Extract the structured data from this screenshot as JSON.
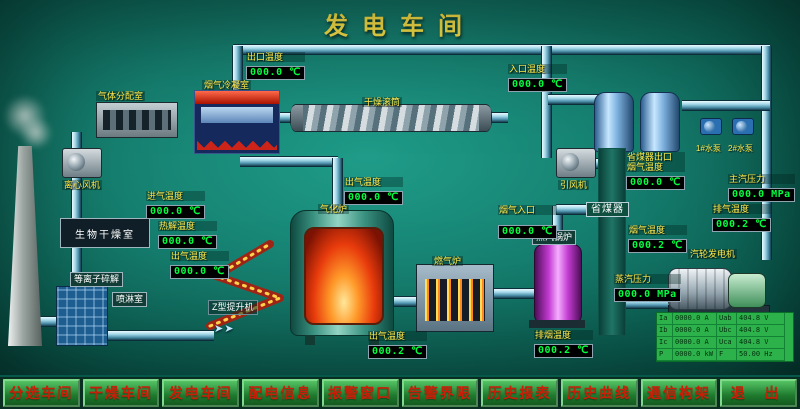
{
  "title": "发电车间",
  "menu": {
    "items": [
      "分选车间",
      "干燥车间",
      "发电车间",
      "配电信息",
      "报警窗口",
      "告警界限",
      "历史报表",
      "历史曲线",
      "通信构架",
      "退 出"
    ]
  },
  "labels": {
    "gas_distribution": "气体分配室",
    "condenser": "烟气冷凝室",
    "drum": "干燥滚筒",
    "centrifugal_fan": "离心风机",
    "induced_fan": "引风机",
    "bio_room": "生物干燥室",
    "plasma": "等离子碎解",
    "spray": "喷淋室",
    "z_lift": "Z型提升机",
    "gasifier": "气化炉",
    "gas_furnace": "燃气炉",
    "boiler": "蒸汽锅炉",
    "economizer": "省煤器",
    "turbine": "汽轮发电机",
    "pump1": "1#水泵",
    "pump2": "2#水泵"
  },
  "readings": [
    {
      "label": "出口温度",
      "value": "000.0 ℃"
    },
    {
      "label": "入口温度",
      "value": "000.0 ℃"
    },
    {
      "label": "进气温度",
      "value": "000.0 ℃"
    },
    {
      "label": "热解温度",
      "value": "000.0 ℃"
    },
    {
      "label": "出气温度",
      "value": "000.0 ℃"
    },
    {
      "label": "出气温度",
      "value": "000.0 ℃"
    },
    {
      "label": "烟气入口",
      "value": "000.0 ℃"
    },
    {
      "label": "出气温度",
      "value": "000.2 ℃"
    },
    {
      "label": "排烟温度",
      "value": "000.2 ℃"
    },
    {
      "label": "省煤器出口",
      "label2": "烟气温度",
      "value": "000.0 ℃"
    },
    {
      "label": "烟气温度",
      "value": "000.2 ℃"
    },
    {
      "label": "蒸汽压力",
      "value": "000.0 MPa"
    },
    {
      "label": "排气温度",
      "value": "000.2 ℃"
    },
    {
      "label": "主汽压力",
      "value": "000.0 MPa"
    }
  ],
  "generator_table": {
    "rows": [
      [
        "Ia",
        "0000.0 A",
        "Uab",
        "404.8 V"
      ],
      [
        "Ib",
        "0000.0 A",
        "Ubc",
        "404.8 V"
      ],
      [
        "Ic",
        "0000.0 A",
        "Uca",
        "404.8 V"
      ],
      [
        "P",
        "0000.0 kW",
        "F",
        "50.00 Hz"
      ]
    ]
  },
  "icons": {
    "flow_arrow": "➤➤"
  },
  "colors": {
    "accent_yellow": "#ffe84a",
    "value_green": "#00ff41",
    "menu_button_green": "#2e9e3e",
    "menu_text_red": "#c81f08",
    "screen_teal": "#168070"
  }
}
